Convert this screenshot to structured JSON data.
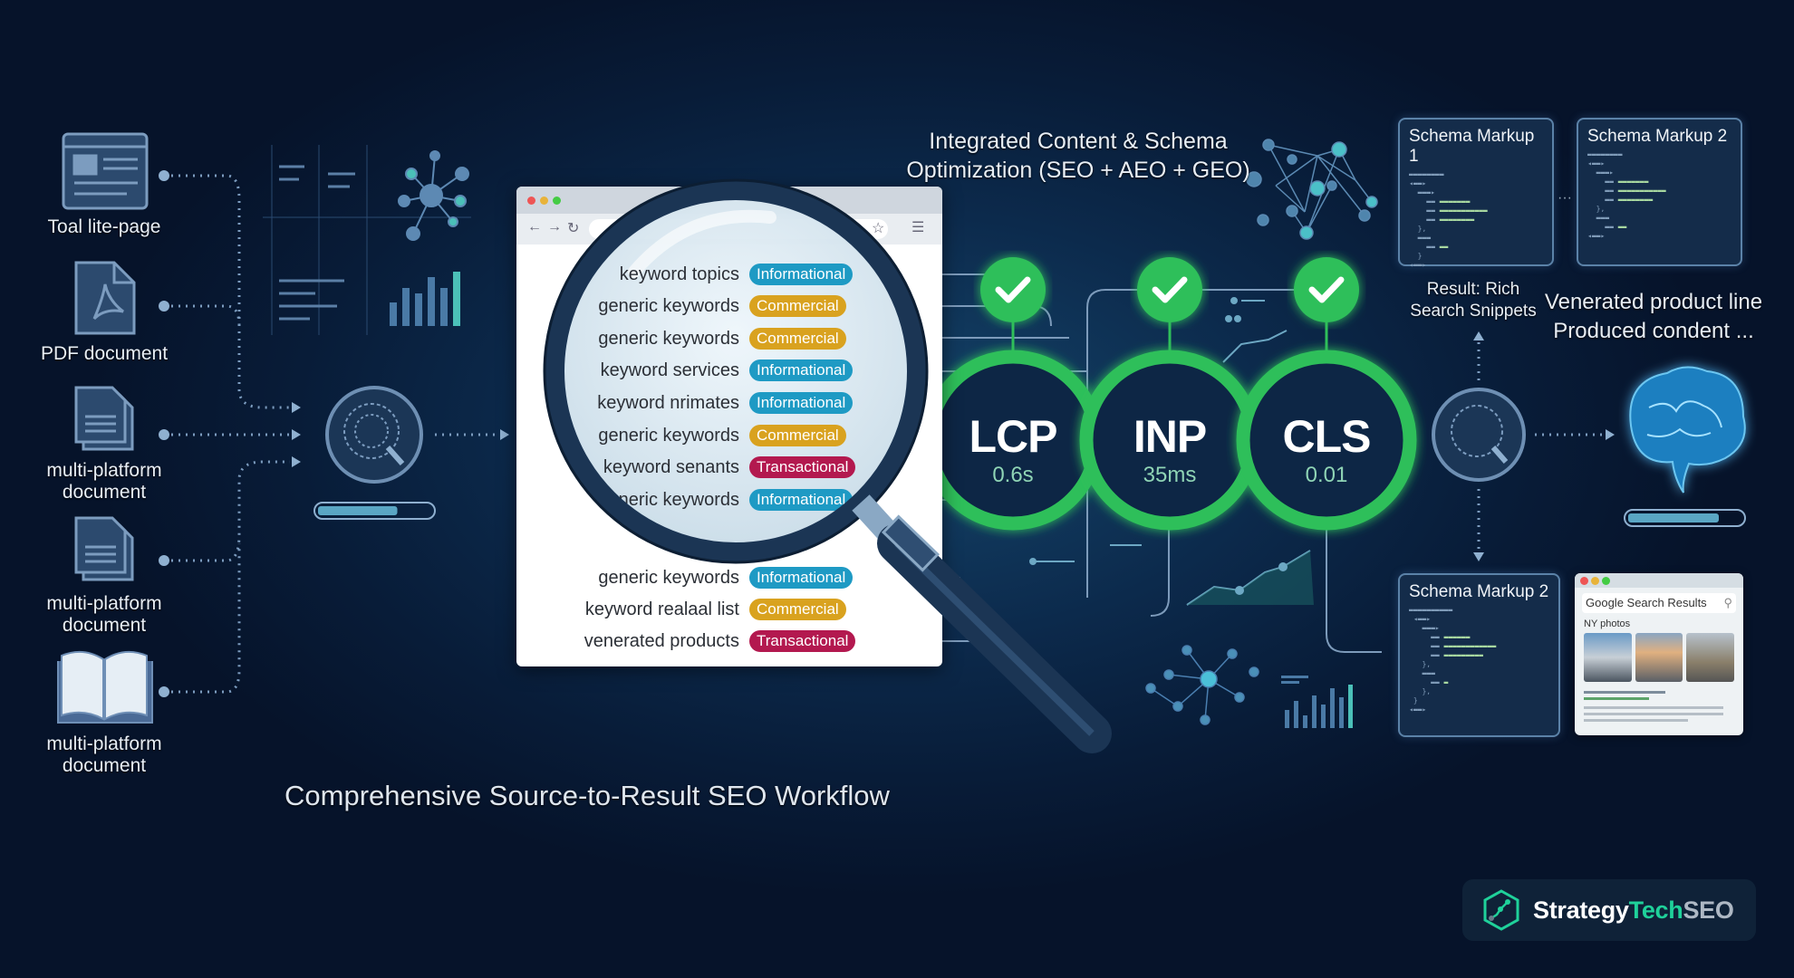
{
  "sources": [
    {
      "icon": "web-page-icon",
      "label": "Toal lite-page"
    },
    {
      "icon": "pdf-icon",
      "label": "PDF document"
    },
    {
      "icon": "document-stack-icon",
      "label": "multi-platform document"
    },
    {
      "icon": "document-stack-icon",
      "label": "multi-platform document"
    },
    {
      "icon": "open-book-icon",
      "label": "multi-platform document"
    }
  ],
  "processor": {
    "icon": "brain-scan-icon",
    "progress_percent": 70
  },
  "keywords": [
    {
      "term": "keyword topics",
      "intent": "Informational"
    },
    {
      "term": "generic keywords",
      "intent": "Commercial"
    },
    {
      "term": "generic keywords",
      "intent": "Commercial"
    },
    {
      "term": "keyword services",
      "intent": "Informational"
    },
    {
      "term": "keyword nrimates",
      "intent": "Informational"
    },
    {
      "term": "generic keywords",
      "intent": "Commercial"
    },
    {
      "term": "keyword senants",
      "intent": "Transactional"
    },
    {
      "term": "generic keywords",
      "intent": "Informational"
    },
    {
      "term": "generic keywords",
      "intent": "Informational"
    },
    {
      "term": "keyword realaal list",
      "intent": "Commercial"
    },
    {
      "term": "venerated products",
      "intent": "Transactional"
    }
  ],
  "intent_colors": {
    "Informational": "#1e9ac4",
    "Commercial": "#d9a21f",
    "Transactional": "#b3194f"
  },
  "optimization_title": [
    "Integrated Content & Schema",
    "Optimization (SEO + AEO + GEO)"
  ],
  "metrics": [
    {
      "name": "LCP",
      "value": "0.6s",
      "status": "pass"
    },
    {
      "name": "INP",
      "value": "35ms",
      "status": "pass"
    },
    {
      "name": "CLS",
      "value": "0.01",
      "status": "pass"
    }
  ],
  "metric_color": "#2fbf5a",
  "schema_top": [
    {
      "title": "Schema Markup 1"
    },
    {
      "title": "Schema Markup 2"
    }
  ],
  "result_label": "Result: Rich Search Snippets",
  "venerated_text": [
    "Venerated product line",
    "Produced condent ..."
  ],
  "right_processor": {
    "progress_percent": 80
  },
  "schema_bottom": {
    "title": "Schema Markup 2"
  },
  "search_preview": {
    "title": "Google Search Results",
    "subtitle": "NY photos"
  },
  "caption": "Comprehensive Source-to-Result SEO Workflow",
  "brand": {
    "part1": "Strategy",
    "part2": "Tech",
    "part3": "SEO",
    "accent": "#1fd19a"
  }
}
